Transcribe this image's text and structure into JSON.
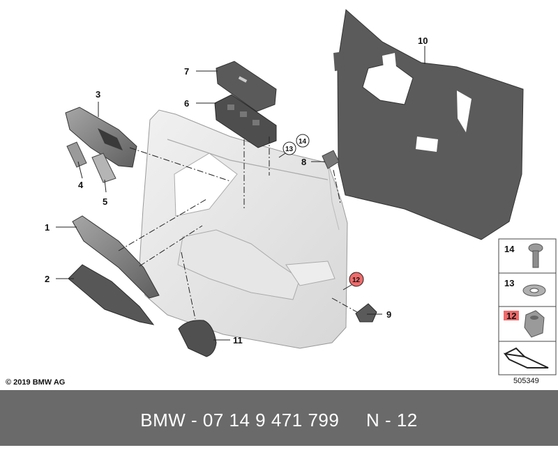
{
  "callouts": {
    "c1": "1",
    "c2": "2",
    "c3": "3",
    "c4": "4",
    "c5": "5",
    "c6": "6",
    "c7": "7",
    "c8": "8",
    "c9": "9",
    "c10": "10",
    "c11": "11",
    "c12": "12",
    "c13": "13",
    "c14": "14"
  },
  "legend": {
    "l14": "14",
    "l13": "13",
    "l12": "12"
  },
  "copyright": "© 2019 BMW AG",
  "drawing_number": "505349",
  "footer": {
    "part_label": "BMW - 07 14 9 471 799     N - 12"
  },
  "colors": {
    "highlight": "#ef6b6b",
    "footer_bg": "#6a6a6a",
    "panel_dark": "#5d5d5d",
    "trim_gray": "#8a8a8a"
  }
}
